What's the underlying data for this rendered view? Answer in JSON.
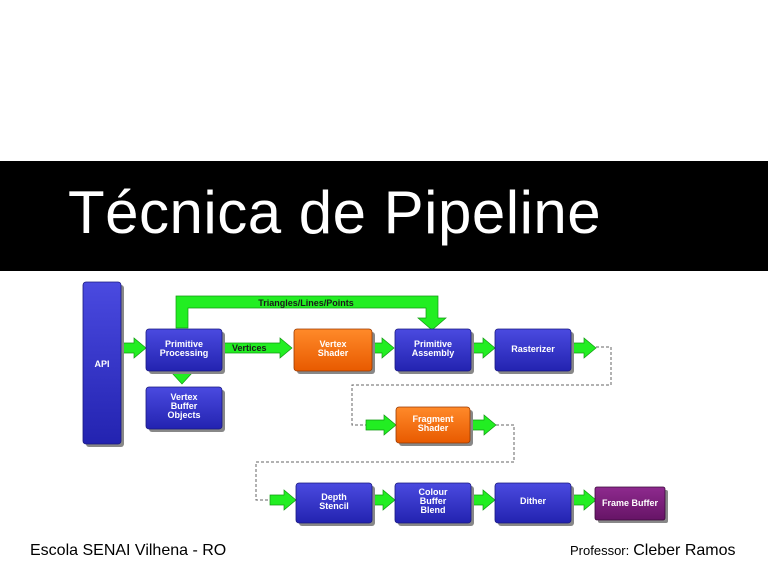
{
  "slide": {
    "title": "Técnica de Pipeline",
    "footer_left": "Escola SENAI Vilhena - RO",
    "footer_right_prefix": "Professor:",
    "footer_right_name": "Cleber Ramos"
  },
  "diagram": {
    "nodes": {
      "api": {
        "lines": [
          "API"
        ],
        "color": "#3333cc"
      },
      "primitive_processing": {
        "lines": [
          "Primitive",
          "Processing"
        ],
        "color": "#3333cc"
      },
      "vertex_buffer_objects": {
        "lines": [
          "Vertex",
          "Buffer",
          "Objects"
        ],
        "color": "#3333cc"
      },
      "vertex_shader": {
        "lines": [
          "Vertex",
          "Shader"
        ],
        "color": "#ff6a00"
      },
      "primitive_assembly": {
        "lines": [
          "Primitive",
          "Assembly"
        ],
        "color": "#3333cc"
      },
      "rasterizer": {
        "lines": [
          "Rasterizer"
        ],
        "color": "#3333cc"
      },
      "fragment_shader": {
        "lines": [
          "Fragment",
          "Shader"
        ],
        "color": "#ff6a00"
      },
      "depth_stencil": {
        "lines": [
          "Depth",
          "Stencil"
        ],
        "color": "#3333cc"
      },
      "colour_buffer_blend": {
        "lines": [
          "Colour",
          "Buffer",
          "Blend"
        ],
        "color": "#3333cc"
      },
      "dither": {
        "lines": [
          "Dither"
        ],
        "color": "#3333cc"
      },
      "frame_buffer": {
        "lines": [
          "Frame Buffer"
        ],
        "color": "#7a1a7a"
      }
    },
    "edge_labels": {
      "vertices": "Vertices",
      "triangles": "Triangles/Lines/Points"
    },
    "colors": {
      "arrow": "#22ee22",
      "arrow_dark": "#119911",
      "shadow": "#888888",
      "dashed": "#666666"
    }
  }
}
